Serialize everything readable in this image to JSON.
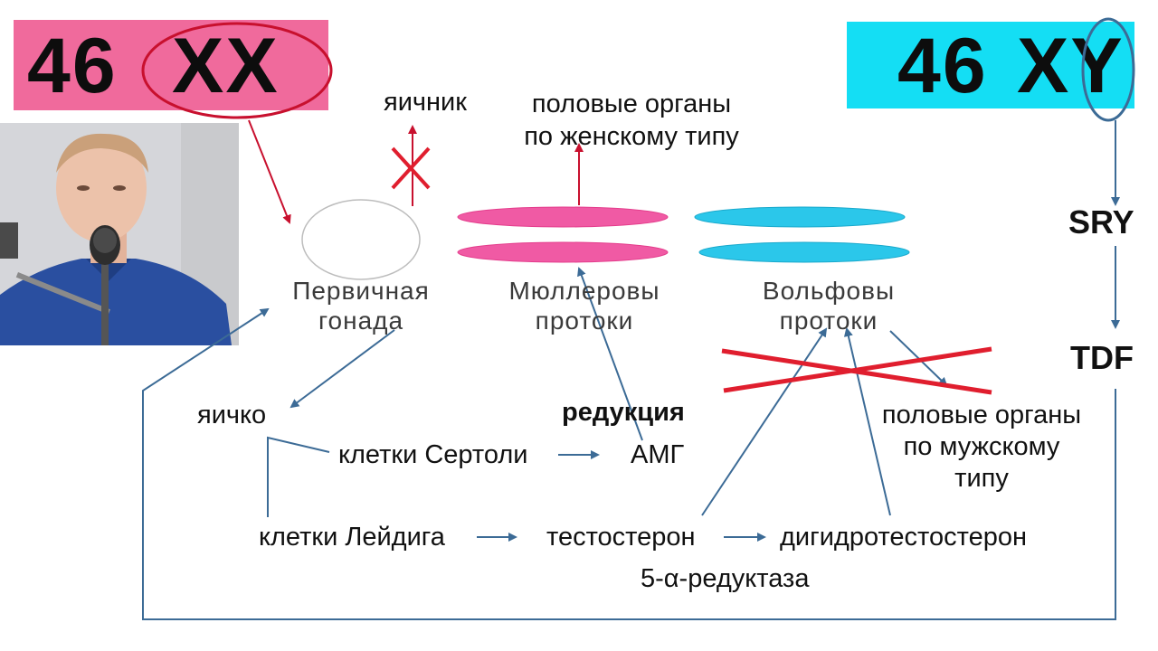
{
  "karyotype_female": {
    "number": "46",
    "chromosomes": "XX"
  },
  "karyotype_male": {
    "number": "46",
    "chromosomes": "XY"
  },
  "labels": {
    "ovary": "яичник",
    "female_organs_1": "половые органы",
    "female_organs_2": "по женскому типу",
    "primary_gonad_1": "Первичная",
    "primary_gonad_2": "гонада",
    "mullerian_1": "Мюллеровы",
    "mullerian_2": "протоки",
    "wolffian_1": "Вольфовы",
    "wolffian_2": "протоки",
    "sry": "SRY",
    "tdf": "TDF",
    "testis": "яичко",
    "reduction": "редукция",
    "sertoli": "клетки Сертоли",
    "amh": "АМГ",
    "male_organs_1": "половые органы",
    "male_organs_2": "по мужскому",
    "male_organs_3": "типу",
    "leydig": "клетки Лейдига",
    "testosterone": "тестостерон",
    "dht": "дигидротестостерон",
    "reductase": "5-α-редуктаза"
  },
  "colors": {
    "pink_box": "#f06a9c",
    "cyan_box": "#14def4",
    "pink_duct": "#f05aa4",
    "cyan_duct": "#2bc7ea",
    "red_line": "#c8102e",
    "blue_arrow": "#3c6b96",
    "cross_red": "#e01e2e"
  }
}
